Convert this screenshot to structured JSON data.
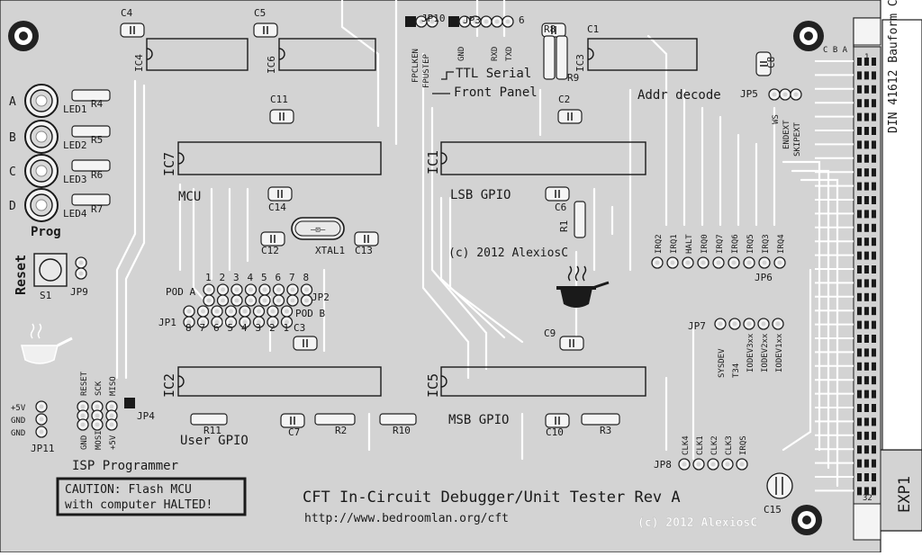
{
  "board": {
    "title": "CFT In-Circuit Debugger/Unit Tester Rev A",
    "url": "http://www.bedroomlan.org/cft",
    "copyright_center": "(c) 2012 AlexiosC",
    "copyright_bottom": "(c) 2012 AlexiosC",
    "connector_label": "DIN 41612 Bauform C",
    "connector_name": "EXP1",
    "connector_row_labels": "C B A",
    "connector_pin_1": "1",
    "connector_pin_32": "32",
    "caution_line1": "CAUTION: Flash MCU",
    "caution_line2": "with computer HALTED!",
    "colors": {
      "board": "#d3d3d3",
      "silk": "#1a1a1a",
      "trace": "#ffffff",
      "pad": "#f4f4f4"
    }
  },
  "sections": {
    "mcu": "MCU",
    "lsb_gpio": "LSB GPIO",
    "msb_gpio": "MSB GPIO",
    "addr_decode": "Addr decode",
    "user_gpio": "User GPIO",
    "isp": "ISP Programmer",
    "prog": "Prog",
    "reset": "Reset",
    "ttl_serial": "TTL Serial",
    "front_panel": "Front Panel"
  },
  "ics": [
    {
      "name": "IC4"
    },
    {
      "name": "IC6"
    },
    {
      "name": "IC3"
    },
    {
      "name": "IC7"
    },
    {
      "name": "IC1"
    },
    {
      "name": "IC2"
    },
    {
      "name": "IC5"
    }
  ],
  "caps": [
    "C4",
    "C5",
    "C8",
    "C11",
    "C2",
    "C14",
    "C6",
    "C12",
    "C13",
    "C3",
    "C9",
    "C7",
    "C10",
    "C1",
    "C15"
  ],
  "resistors": [
    "R4",
    "R5",
    "R6",
    "R7",
    "R8",
    "R9",
    "R1",
    "R11",
    "R2",
    "R10",
    "R3"
  ],
  "leds": [
    {
      "letter": "A",
      "name": "LED1"
    },
    {
      "letter": "B",
      "name": "LED2"
    },
    {
      "letter": "C",
      "name": "LED3"
    },
    {
      "letter": "D",
      "name": "LED4"
    }
  ],
  "crystal": "XTAL1",
  "switch": "S1",
  "jumpers": {
    "jp10": "JP10",
    "jp3": "JP3",
    "jp3_pin6": "6",
    "jp10_pins": [
      "FPCLKEN",
      "FPUSTEP"
    ],
    "jp3_pins": [
      "GND",
      "RXD",
      "TXD"
    ],
    "jp5": "JP5",
    "jp5_pins": [
      "WS",
      "ENDEXT",
      "SKIPEXT"
    ],
    "jp6": "JP6",
    "jp6_pins": [
      "IRQ2",
      "IRQ1",
      "HALT",
      "IRQ0",
      "IRQ7",
      "IRQ6",
      "IRQ5",
      "IRQ3",
      "IRQ4"
    ],
    "jp7": "JP7",
    "jp7_pins": [
      "SYSDEV",
      "T34",
      "IODEV3xx",
      "IODEV2xx",
      "IODEV1xx"
    ],
    "jp8": "JP8",
    "jp8_pins": [
      "CLK4",
      "CLK1",
      "CLK2",
      "CLK3",
      "IRQS"
    ],
    "jp2": "JP2",
    "pod_a": "POD A",
    "pod_a_nums": [
      "1",
      "2",
      "3",
      "4",
      "5",
      "6",
      "7",
      "8"
    ],
    "jp1": "JP1",
    "pod_b": "POD B",
    "pod_b_nums": [
      "8",
      "7",
      "6",
      "5",
      "4",
      "3",
      "2",
      "1"
    ],
    "jp9": "JP9",
    "jp4": "JP4",
    "jp4_top": [
      "RESET",
      "SCK",
      "MISO"
    ],
    "jp4_bottom": [
      "GND",
      "MOSI",
      "+5V"
    ],
    "jp11": "JP11",
    "jp11_pins": [
      "+5V",
      "GND",
      "GND"
    ]
  }
}
